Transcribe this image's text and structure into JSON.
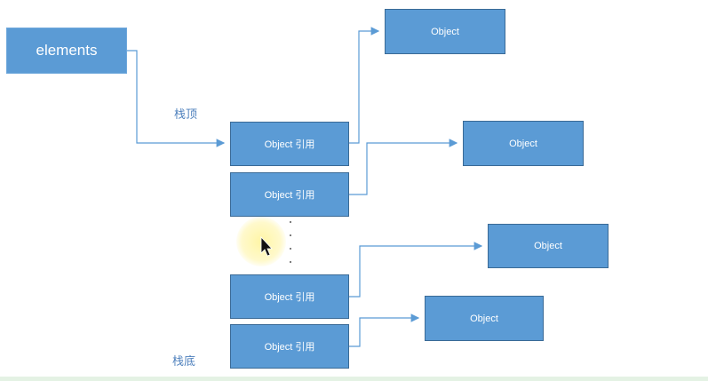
{
  "elements_label": "elements",
  "stack_top_label": "栈顶",
  "stack_bottom_label": "栈底",
  "stack_refs": [
    "Object 引用",
    "Object 引用",
    "Object 引用",
    "Object 引用"
  ],
  "objects": [
    "Object",
    "Object",
    "Object",
    "Object"
  ],
  "colors": {
    "box_fill": "#5b9bd5",
    "box_border": "#3a6a96",
    "arrow": "#5b9bd5",
    "label": "#4f81bd"
  }
}
